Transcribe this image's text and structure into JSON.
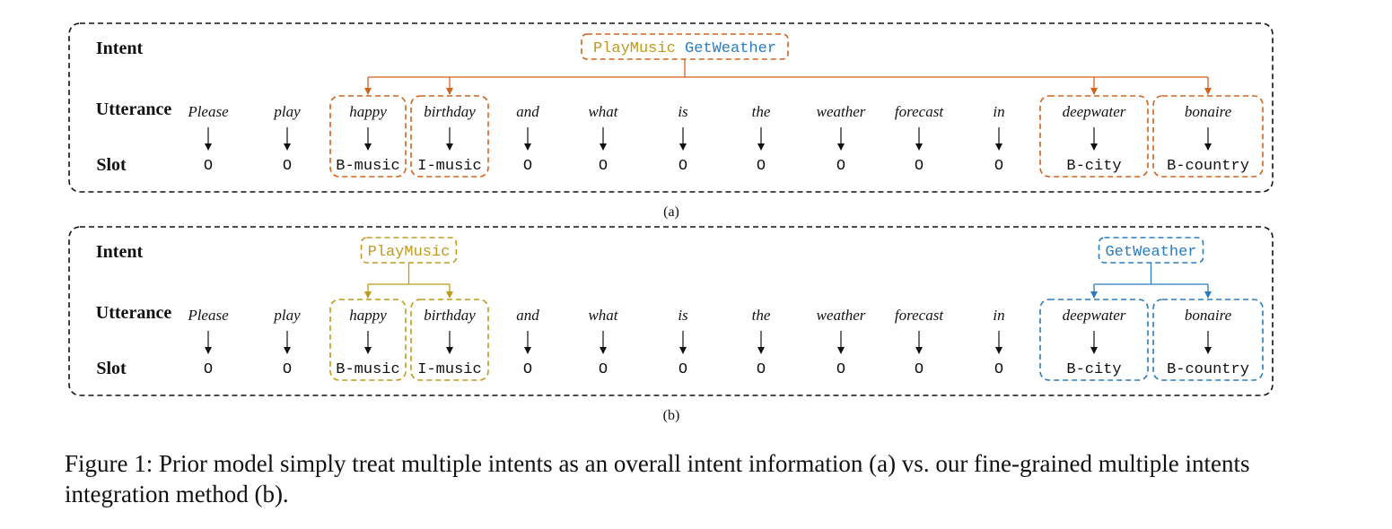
{
  "row_labels": {
    "intent": "Intent",
    "utterance": "Utterance",
    "slot": "Slot"
  },
  "tokens": [
    "Please",
    "play",
    "happy",
    "birthday",
    "and",
    "what",
    "is",
    "the",
    "weather",
    "forecast",
    "in",
    "deepwater",
    "bonaire"
  ],
  "slots": [
    "O",
    "O",
    "B-music",
    "I-music",
    "O",
    "O",
    "O",
    "O",
    "O",
    "O",
    "O",
    "B-city",
    "B-country"
  ],
  "intents": [
    {
      "name": "PlayMusic",
      "color": "#c19a1c",
      "tokens": [
        2,
        3
      ]
    },
    {
      "name": "GetWeather",
      "color": "#2a7cc0",
      "tokens": [
        11,
        12
      ]
    }
  ],
  "colors": {
    "overall": "#d0631e",
    "playmusic": "#c19a1c",
    "getweather": "#2a7cc0"
  },
  "panels": [
    {
      "id": "a",
      "label": "(a)",
      "mode": "overall"
    },
    {
      "id": "b",
      "label": "(b)",
      "mode": "fine-grained"
    }
  ],
  "caption": "Figure 1: Prior model simply treat multiple intents as an overall intent information (a) vs. our fine-grained multiple intents integration method (b)."
}
